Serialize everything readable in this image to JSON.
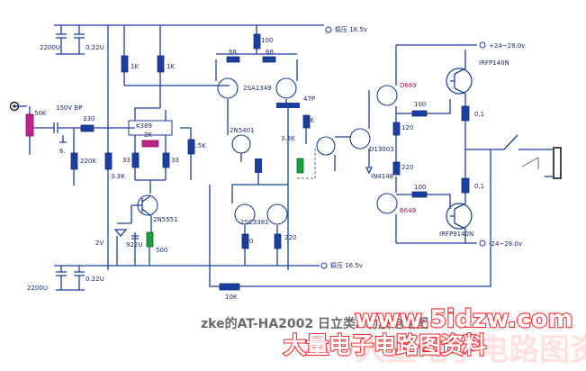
{
  "diagram": {
    "caption": "zke的AT-HA2002 日立类A功放电路图",
    "labels": {
      "c_top_left": "2200U",
      "c_top_left_b": "0.22U",
      "c_bot_left": "2200U",
      "c_bot_left_b": "0.22U",
      "pot_in": "50K",
      "bp_cap": "150V BP",
      "cap_6": "6.",
      "r_330": "330",
      "r_220k": "220K",
      "r_1k_a": "1K",
      "r_1k_b": "1K",
      "r_100_top": "100",
      "r_68_a": "68",
      "r_68_b": "68",
      "q_2sa1349": "2SA1349",
      "q_2n5401": "2N5401",
      "q_k389": "K389",
      "r_2k_pot": "2K",
      "r_33_a": "33",
      "r_33_b": "33",
      "r_3k3": "3.3K",
      "r_1k5": "1.5K",
      "q_2n5551": "2N5551",
      "zener_2v": "2V",
      "c_922u": "922U",
      "r_500": "500",
      "c_47p": "47P",
      "r_2k": "2K",
      "r_3k3b": "3.3K",
      "q_2sc3381": "2SC3381",
      "r_220_a": "220",
      "r_220_b": "220",
      "q_d13003": "D13003",
      "d_4148": "IN4148",
      "q_d669": "D669",
      "q_b649": "B649",
      "r_100_u": "100",
      "r_100_l": "100",
      "r_120": "120",
      "r_220_c": "220",
      "r_01_a": "0.1",
      "r_01_b": "0.1",
      "mos_irfp140": "IRFP140N",
      "mos_irfp9140": "IRFP9140N",
      "v_plus_28": "+24~28.0v",
      "v_minus_28": "-24~28.0v",
      "v_plus_16": "稳压 16.5v",
      "v_minus_16": "稳压 16.5v",
      "r_10k": "10K"
    }
  },
  "watermark": {
    "url": "www.5idzw.com",
    "text": "大量电子电路图资料",
    "ghost": "大量电子电路图资料"
  },
  "colors": {
    "wire": "#1a3fa0",
    "watermark": "#ff2a2a",
    "magenta": "#c0208a",
    "green": "#16a040"
  }
}
